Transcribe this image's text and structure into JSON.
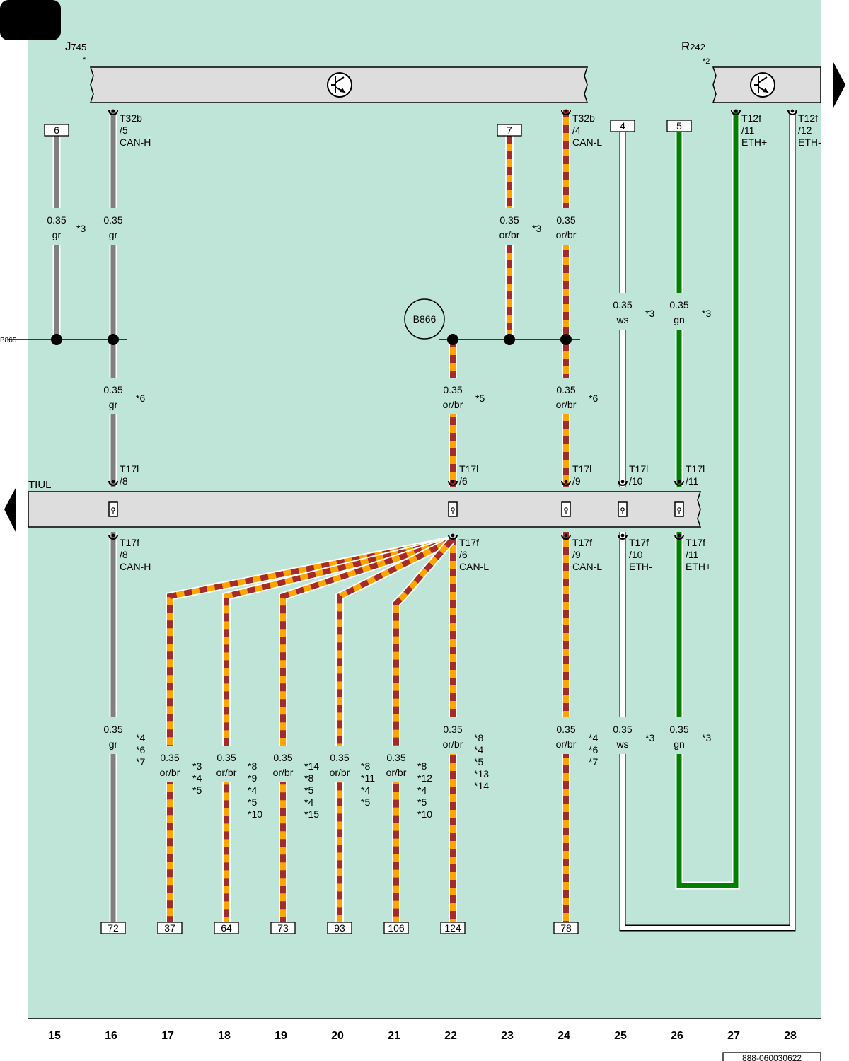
{
  "components": {
    "j745": {
      "prefix": "J",
      "sub": "745",
      "note": "*"
    },
    "r242": {
      "prefix": "R",
      "sub": "242",
      "note": "*2"
    },
    "tiul": {
      "label": "TIUL"
    },
    "b865": {
      "label": "B865"
    },
    "b866": {
      "label": "B866"
    }
  },
  "top_boxes": [
    "6",
    "7",
    "4",
    "5"
  ],
  "connectors_top": {
    "c16": [
      "T32b",
      "/5",
      "CAN-H"
    ],
    "c24": [
      "T32b",
      "/4",
      "CAN-L"
    ],
    "c27": [
      "T12f",
      "/11",
      "ETH+"
    ],
    "c28": [
      "T12f",
      "/12",
      "ETH-"
    ]
  },
  "tiul_pins_top": {
    "p16": [
      "T17l",
      "/8"
    ],
    "p22": [
      "T17l",
      "/6"
    ],
    "p24": [
      "T17l",
      "/9"
    ],
    "p25": [
      "T17l",
      "/10"
    ],
    "p26": [
      "T17l",
      "/11"
    ]
  },
  "tiul_pins_bottom": {
    "p16": [
      "T17f",
      "/8",
      "CAN-H"
    ],
    "p22": [
      "T17f",
      "/6",
      "CAN-L"
    ],
    "p24": [
      "T17f",
      "/9",
      "CAN-L"
    ],
    "p25": [
      "T17f",
      "/10",
      "ETH-"
    ],
    "p26": [
      "T17f",
      "/11",
      "ETH+"
    ]
  },
  "wire_labels": {
    "w15": [
      "0.35",
      "gr"
    ],
    "w16a": [
      "0.35",
      "gr"
    ],
    "w23": [
      "0.35",
      "or/br"
    ],
    "w24a": [
      "0.35",
      "or/br"
    ],
    "w25a": [
      "0.35",
      "ws"
    ],
    "w26a": [
      "0.35",
      "gn"
    ],
    "w16b": [
      "0.35",
      "gr"
    ],
    "w22a": [
      "0.35",
      "or/br"
    ],
    "w24b": [
      "0.35",
      "or/br"
    ],
    "w16c": [
      "0.35",
      "gr"
    ],
    "w17": [
      "0.35",
      "or/br"
    ],
    "w18": [
      "0.35",
      "or/br"
    ],
    "w19": [
      "0.35",
      "or/br"
    ],
    "w20": [
      "0.35",
      "or/br"
    ],
    "w21": [
      "0.35",
      "or/br"
    ],
    "w22b": [
      "0.35",
      "or/br"
    ],
    "w24c": [
      "0.35",
      "or/br"
    ],
    "w25b": [
      "0.35",
      "ws"
    ],
    "w26b": [
      "0.35",
      "gn"
    ]
  },
  "footnotes": {
    "f15": [
      "*3"
    ],
    "f23": [
      "*3"
    ],
    "f25a": [
      "*3"
    ],
    "f26a": [
      "*3"
    ],
    "f16b": [
      "*6"
    ],
    "f22a": [
      "*5"
    ],
    "f24b": [
      "*6"
    ],
    "f16c": [
      "*4",
      "*6",
      "*7"
    ],
    "f17": [
      "*3",
      "*4",
      "*5"
    ],
    "f18": [
      "*8",
      "*9",
      "*4",
      "*5",
      "*10"
    ],
    "f19": [
      "*14",
      "*8",
      "*5",
      "*4",
      "*15"
    ],
    "f20": [
      "*8",
      "*11",
      "*4",
      "*5"
    ],
    "f21": [
      "*8",
      "*12",
      "*4",
      "*5",
      "*10"
    ],
    "f22b": [
      "*8",
      "*4",
      "*5",
      "*13",
      "*14"
    ],
    "f24c": [
      "*4",
      "*6",
      "*7"
    ],
    "f25b": [
      "*3"
    ],
    "f26b": [
      "*3"
    ]
  },
  "bottom_boxes": [
    "72",
    "37",
    "64",
    "73",
    "93",
    "106",
    "124",
    "78"
  ],
  "columns": [
    "15",
    "16",
    "17",
    "18",
    "19",
    "20",
    "21",
    "22",
    "23",
    "24",
    "25",
    "26",
    "27",
    "28"
  ],
  "doc_number": "888-060030622",
  "wire_colors": {
    "gr": "#808080",
    "or": "#ffa500",
    "br": "#a52a2a",
    "ws": "#ffffff",
    "gn": "#008000",
    "background": "#bfe4d8",
    "module": "#dddddd"
  }
}
